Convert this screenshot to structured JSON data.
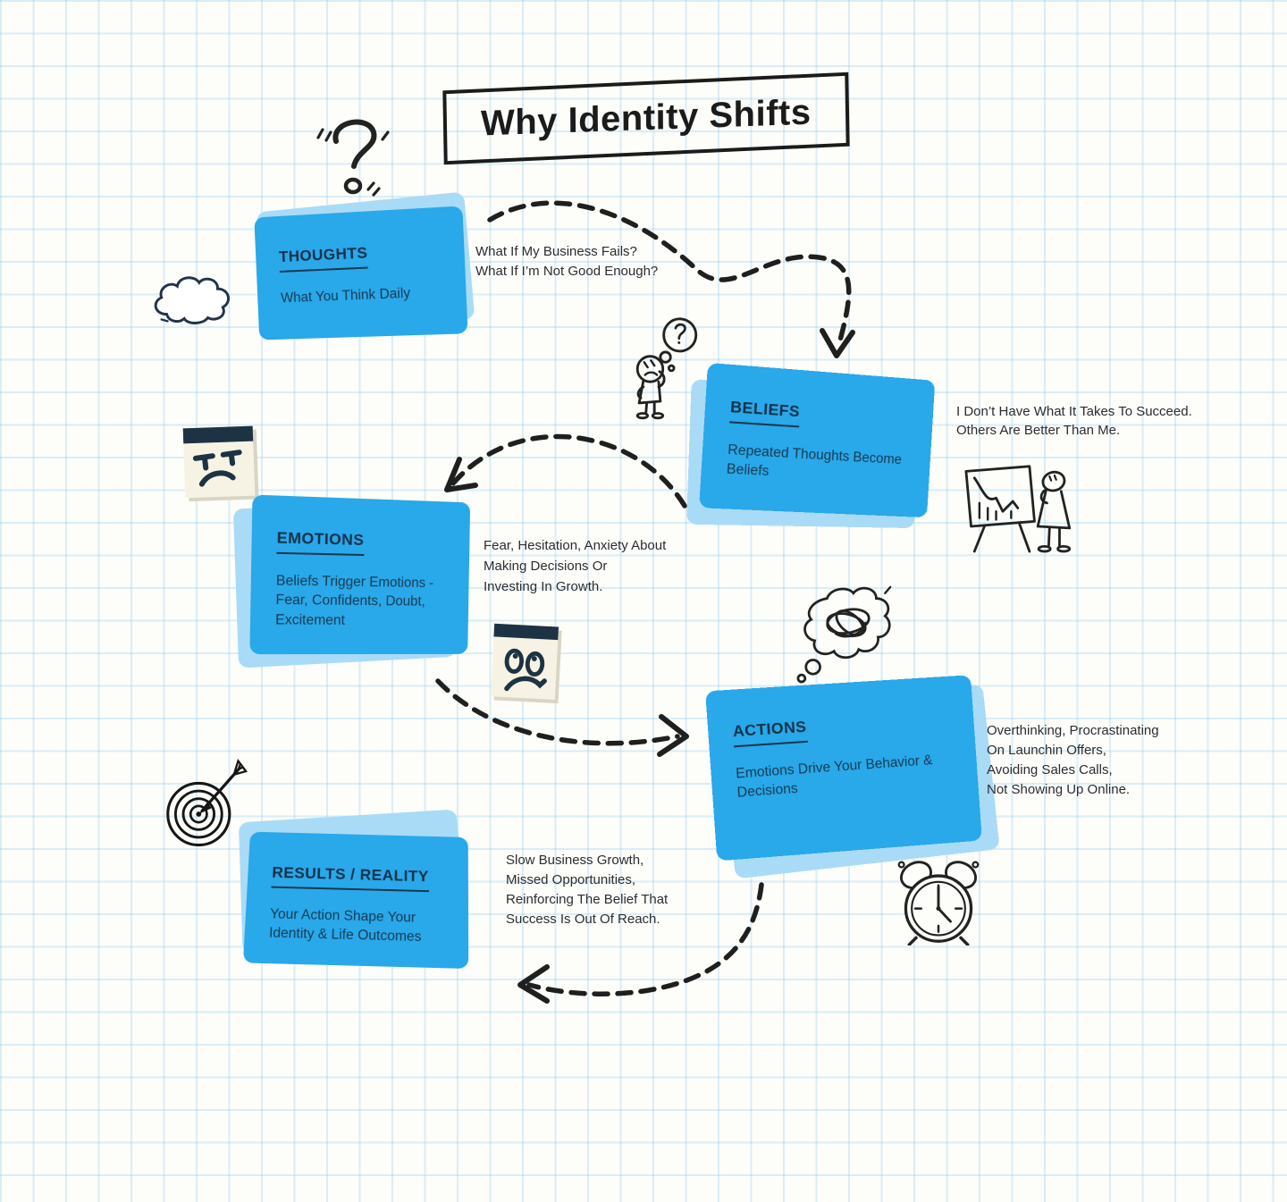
{
  "title": "Why Identity Shifts",
  "colors": {
    "card_blue": "#29a8ea",
    "card_shadow_blue": "#a9dbf7",
    "card_text_navy": "#16384e",
    "ink_black": "#1f1f1f",
    "note_cream": "#f7f3e4",
    "note_navy": "#1d3343",
    "grid_line_blue": "#d7eaf7",
    "background": "#fdfdf9"
  },
  "cards": [
    {
      "id": "thoughts",
      "title": "THOUGHTS",
      "body": "What You Think Daily"
    },
    {
      "id": "beliefs",
      "title": "BELIEFS",
      "body": "Repeated Thoughts Become Beliefs"
    },
    {
      "id": "emotions",
      "title": "EMOTIONS",
      "body": "Beliefs Trigger Emotions - Fear, Confidents, Doubt, Excitement"
    },
    {
      "id": "actions",
      "title": "ACTIONS",
      "body": "Emotions Drive Your Behavior & Decisions"
    },
    {
      "id": "results",
      "title": "RESULTS / REALITY",
      "body": "Your Action Shape Your Identity & Life Outcomes"
    }
  ],
  "annotations": [
    {
      "id": "thoughts-example",
      "lines": [
        "What If My Business Fails?",
        "What If I’m Not Good Enough?"
      ]
    },
    {
      "id": "beliefs-example",
      "lines": [
        "I Don’t Have What It Takes To Succeed.",
        "Others Are Better Than Me."
      ]
    },
    {
      "id": "emotions-example",
      "lines": [
        "Fear, Hesitation, Anxiety About",
        "Making Decisions Or",
        "Investing In Growth."
      ]
    },
    {
      "id": "actions-example",
      "lines": [
        "Overthinking, Procrastinating",
        "On Launchin Offers,",
        "Avoiding Sales Calls,",
        "Not Showing Up Online."
      ]
    },
    {
      "id": "results-example",
      "lines": [
        "Slow Business Growth,",
        "Missed Opportunities,",
        "Reinforcing The Belief That",
        "Success Is Out Of Reach."
      ]
    }
  ],
  "icons": [
    "question-mark-icon",
    "thought-cloud-icon",
    "thinking-person-icon",
    "angry-calendar-icon",
    "worried-note-icon",
    "tangled-thought-bubble-icon",
    "declining-chart-easel-icon",
    "target-arrow-icon",
    "alarm-clock-icon"
  ]
}
